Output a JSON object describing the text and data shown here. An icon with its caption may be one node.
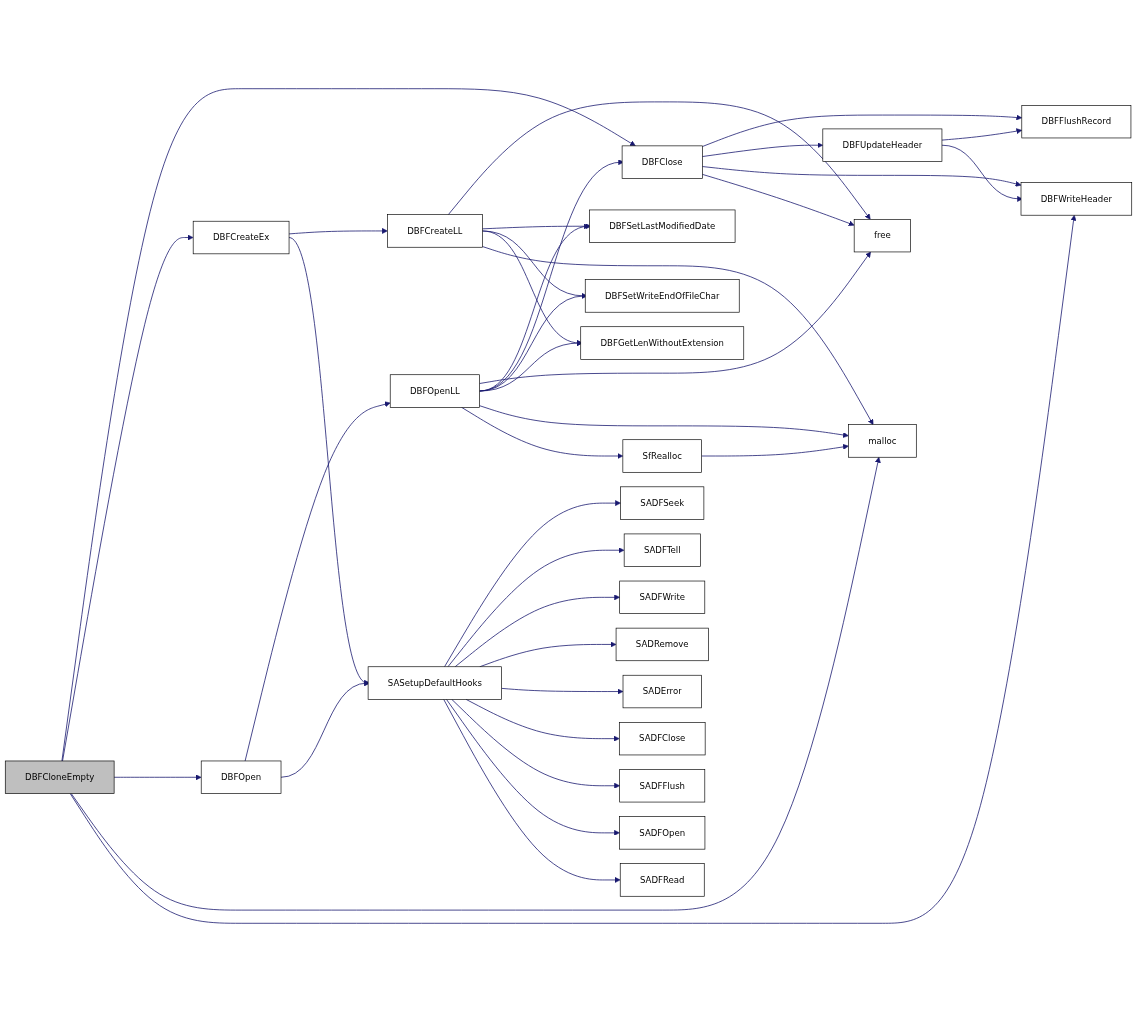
{
  "diagram": {
    "nodes": [
      {
        "text": [
          "DBFCloneEmpty"
        ]
      },
      {
        "text": [
          "DBFClose"
        ]
      },
      {
        "text": [
          "DBFFlushRecord"
        ]
      },
      {
        "text": [
          "DBFUpdateHeader"
        ]
      },
      {
        "text": [
          "DBFWriteHeader"
        ]
      },
      {
        "text": [
          "free"
        ]
      },
      {
        "text": [
          "DBFCreateEx"
        ]
      },
      {
        "text": [
          "DBFCreateLL"
        ]
      },
      {
        "text": [
          "DBFSetLastModifiedDate"
        ]
      },
      {
        "text": [
          "DBFSetWriteEndOfFileChar"
        ]
      },
      {
        "text": [
          "DBFGetLenWithoutExtension"
        ]
      },
      {
        "text": [
          "malloc"
        ]
      },
      {
        "text": [
          "SASetupDefaultHooks"
        ]
      },
      {
        "text": [
          "SADFSeek"
        ]
      },
      {
        "text": [
          "SADFTell"
        ]
      },
      {
        "text": [
          "SADFWrite"
        ]
      },
      {
        "text": [
          "SADRemove"
        ]
      },
      {
        "text": [
          "SADError"
        ]
      },
      {
        "text": [
          "SADFClose"
        ]
      },
      {
        "text": [
          "SADFFlush"
        ]
      },
      {
        "text": [
          "SADFOpen"
        ]
      },
      {
        "text": [
          "SADFRead"
        ]
      },
      {
        "text": [
          "DBFOpen"
        ]
      },
      {
        "text": [
          "DBFOpenLL"
        ]
      },
      {
        "text": [
          "SfRealloc"
        ]
      }
    ],
    "edges": [
      {
        "from": 0,
        "to": 1,
        "arrow": "to"
      },
      {
        "from": 1,
        "to": 2,
        "arrow": "to"
      },
      {
        "from": 1,
        "to": 3,
        "arrow": "to"
      },
      {
        "from": 3,
        "to": 2,
        "arrow": "to"
      },
      {
        "from": 3,
        "to": 4,
        "arrow": "to"
      },
      {
        "from": 1,
        "to": 4,
        "arrow": "to"
      },
      {
        "from": 1,
        "to": 5,
        "arrow": "to"
      },
      {
        "from": 0,
        "to": 6,
        "arrow": "to"
      },
      {
        "from": 6,
        "to": 7,
        "arrow": "to"
      },
      {
        "from": 7,
        "to": 5,
        "arrow": "to"
      },
      {
        "from": 7,
        "to": 8,
        "arrow": "to"
      },
      {
        "from": 7,
        "to": 9,
        "arrow": "to"
      },
      {
        "from": 7,
        "to": 10,
        "arrow": "to"
      },
      {
        "from": 7,
        "to": 11,
        "arrow": "to"
      },
      {
        "from": 6,
        "to": 12,
        "arrow": "to"
      },
      {
        "from": 12,
        "to": 13,
        "arrow": "to"
      },
      {
        "from": 12,
        "to": 14,
        "arrow": "to"
      },
      {
        "from": 12,
        "to": 15,
        "arrow": "to"
      },
      {
        "from": 12,
        "to": 16,
        "arrow": "to"
      },
      {
        "from": 12,
        "to": 17,
        "arrow": "to"
      },
      {
        "from": 12,
        "to": 18,
        "arrow": "to"
      },
      {
        "from": 12,
        "to": 19,
        "arrow": "to"
      },
      {
        "from": 12,
        "to": 20,
        "arrow": "to"
      },
      {
        "from": 12,
        "to": 21,
        "arrow": "to"
      },
      {
        "from": 0,
        "to": 22,
        "arrow": "to"
      },
      {
        "from": 22,
        "to": 23,
        "arrow": "to"
      },
      {
        "from": 23,
        "to": 1,
        "arrow": "to"
      },
      {
        "from": 23,
        "to": 5,
        "arrow": "to"
      },
      {
        "from": 23,
        "to": 8,
        "arrow": "to"
      },
      {
        "from": 23,
        "to": 9,
        "arrow": "to"
      },
      {
        "from": 23,
        "to": 10,
        "arrow": "to"
      },
      {
        "from": 23,
        "to": 11,
        "arrow": "to"
      },
      {
        "from": 23,
        "to": 24,
        "arrow": "to"
      },
      {
        "from": 24,
        "to": 11,
        "arrow": "to"
      },
      {
        "from": 22,
        "to": 12,
        "arrow": "to"
      },
      {
        "from": 0,
        "to": 11,
        "arrow": "to"
      },
      {
        "from": 0,
        "to": 4,
        "arrow": "to"
      }
    ]
  }
}
